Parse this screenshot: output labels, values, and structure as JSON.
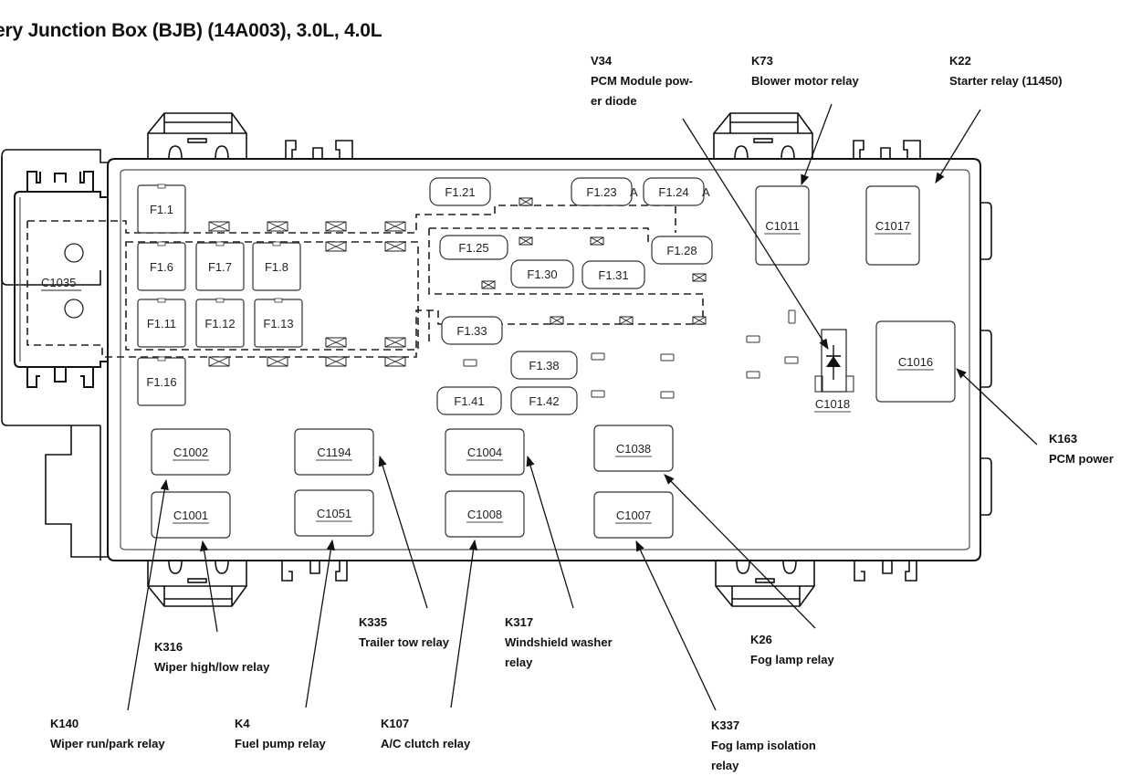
{
  "title": "ery Junction Box (BJB) (14A003), 3.0L, 4.0L",
  "connector_c1035": "C1035",
  "fuses": [
    {
      "id": "F1.1"
    },
    {
      "id": "F1.6"
    },
    {
      "id": "F1.7"
    },
    {
      "id": "F1.8"
    },
    {
      "id": "F1.11"
    },
    {
      "id": "F1.12"
    },
    {
      "id": "F1.13"
    },
    {
      "id": "F1.16"
    },
    {
      "id": "F1.21"
    },
    {
      "id": "F1.23"
    },
    {
      "id": "F1.24"
    },
    {
      "id": "F1.25"
    },
    {
      "id": "F1.28"
    },
    {
      "id": "F1.30"
    },
    {
      "id": "F1.31"
    },
    {
      "id": "F1.33"
    },
    {
      "id": "F1.38"
    },
    {
      "id": "F1.41"
    },
    {
      "id": "F1.42"
    }
  ],
  "connectors": [
    {
      "id": "C1011"
    },
    {
      "id": "C1017"
    },
    {
      "id": "C1016"
    },
    {
      "id": "C1018"
    },
    {
      "id": "C1002"
    },
    {
      "id": "C1194"
    },
    {
      "id": "C1004"
    },
    {
      "id": "C1038"
    },
    {
      "id": "C1001"
    },
    {
      "id": "C1051"
    },
    {
      "id": "C1008"
    },
    {
      "id": "C1007"
    }
  ],
  "callouts": [
    {
      "code": "V34",
      "lines": [
        "PCM Module pow-",
        "er diode"
      ]
    },
    {
      "code": "K73",
      "lines": [
        "Blower motor relay"
      ]
    },
    {
      "code": "K22",
      "lines": [
        "Starter relay (11450)"
      ]
    },
    {
      "code": "K163",
      "lines": [
        "PCM power"
      ]
    },
    {
      "code": "K316",
      "lines": [
        "Wiper high/low relay"
      ]
    },
    {
      "code": "K335",
      "lines": [
        "Trailer tow relay"
      ]
    },
    {
      "code": "K317",
      "lines": [
        "Windshield washer",
        "relay"
      ]
    },
    {
      "code": "K26",
      "lines": [
        "Fog lamp relay"
      ]
    },
    {
      "code": "K140",
      "lines": [
        "Wiper run/park relay"
      ]
    },
    {
      "code": "K4",
      "lines": [
        "Fuel pump relay"
      ]
    },
    {
      "code": "K107",
      "lines": [
        "A/C clutch relay"
      ]
    },
    {
      "code": "K337",
      "lines": [
        "Fog lamp isolation",
        "relay"
      ]
    }
  ],
  "amp_marker": "A"
}
